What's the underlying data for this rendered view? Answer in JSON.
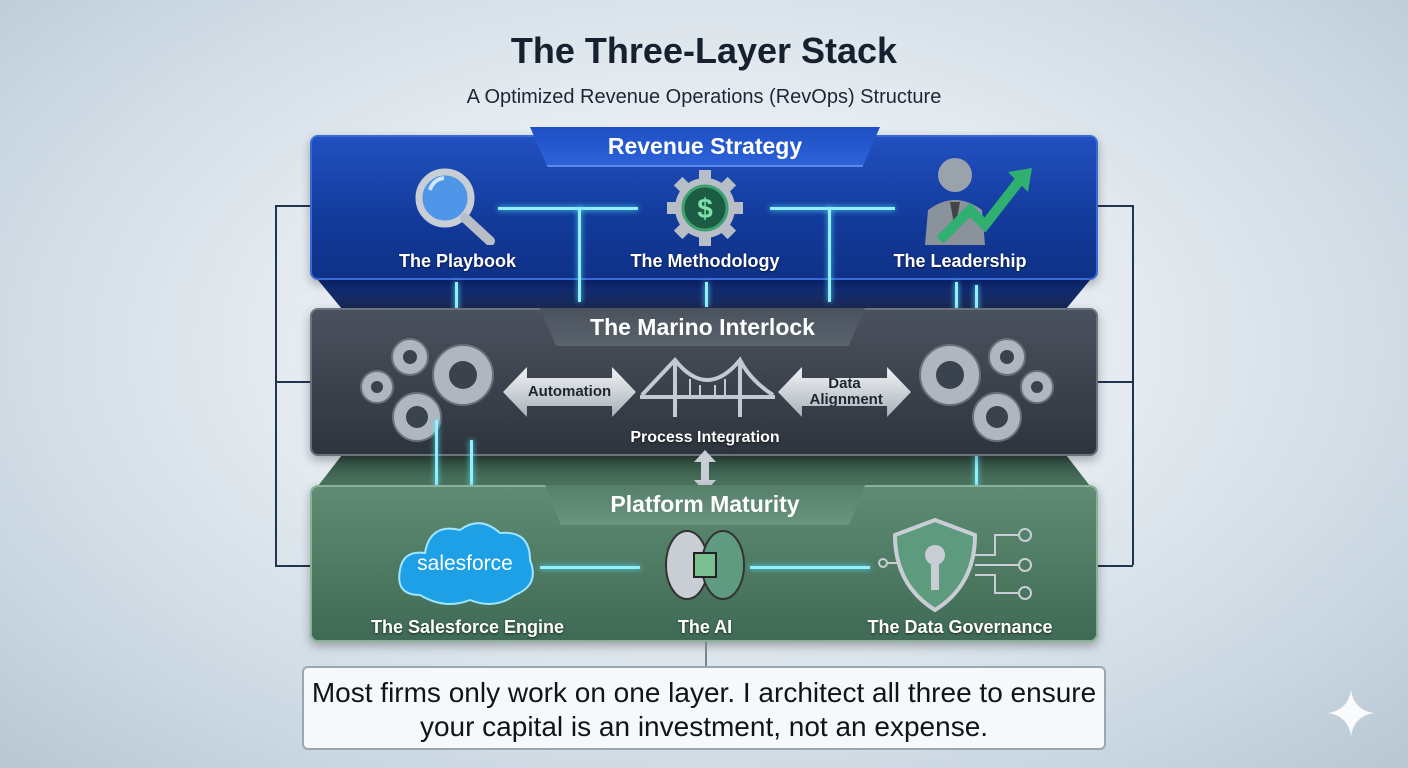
{
  "header": {
    "title": "The Three-Layer Stack",
    "subtitle": "A Optimized Revenue Operations (RevOps) Structure"
  },
  "layers": [
    {
      "name": "Revenue Strategy",
      "color": "#1a47b0",
      "items": [
        {
          "label": "The Playbook",
          "icon": "magnifier-icon"
        },
        {
          "label": "The Methodology",
          "icon": "dollar-gear-icon"
        },
        {
          "label": "The Leadership",
          "icon": "leader-growth-icon"
        }
      ]
    },
    {
      "name": "The Marino Interlock",
      "color": "#3a424d",
      "items": [
        {
          "label": "Automation"
        },
        {
          "label": "Process Integration",
          "icon": "bridge-icon"
        },
        {
          "label": "Data Alignment"
        }
      ]
    },
    {
      "name": "Platform Maturity",
      "color": "#4e7a63",
      "items": [
        {
          "label": "The Salesforce Engine",
          "icon": "cloud-icon",
          "logo_text": "salesforce"
        },
        {
          "label": "The AI",
          "icon": "brain-chip-icon"
        },
        {
          "label": "The Data Governance",
          "icon": "shield-key-icon"
        }
      ]
    }
  ],
  "footer": {
    "quote": "Most firms only work on one layer. I architect all three to ensure your capital is an investment, not an expense."
  },
  "colors": {
    "flow": "#8ff0ff",
    "salesforce": "#1ea0e6"
  }
}
